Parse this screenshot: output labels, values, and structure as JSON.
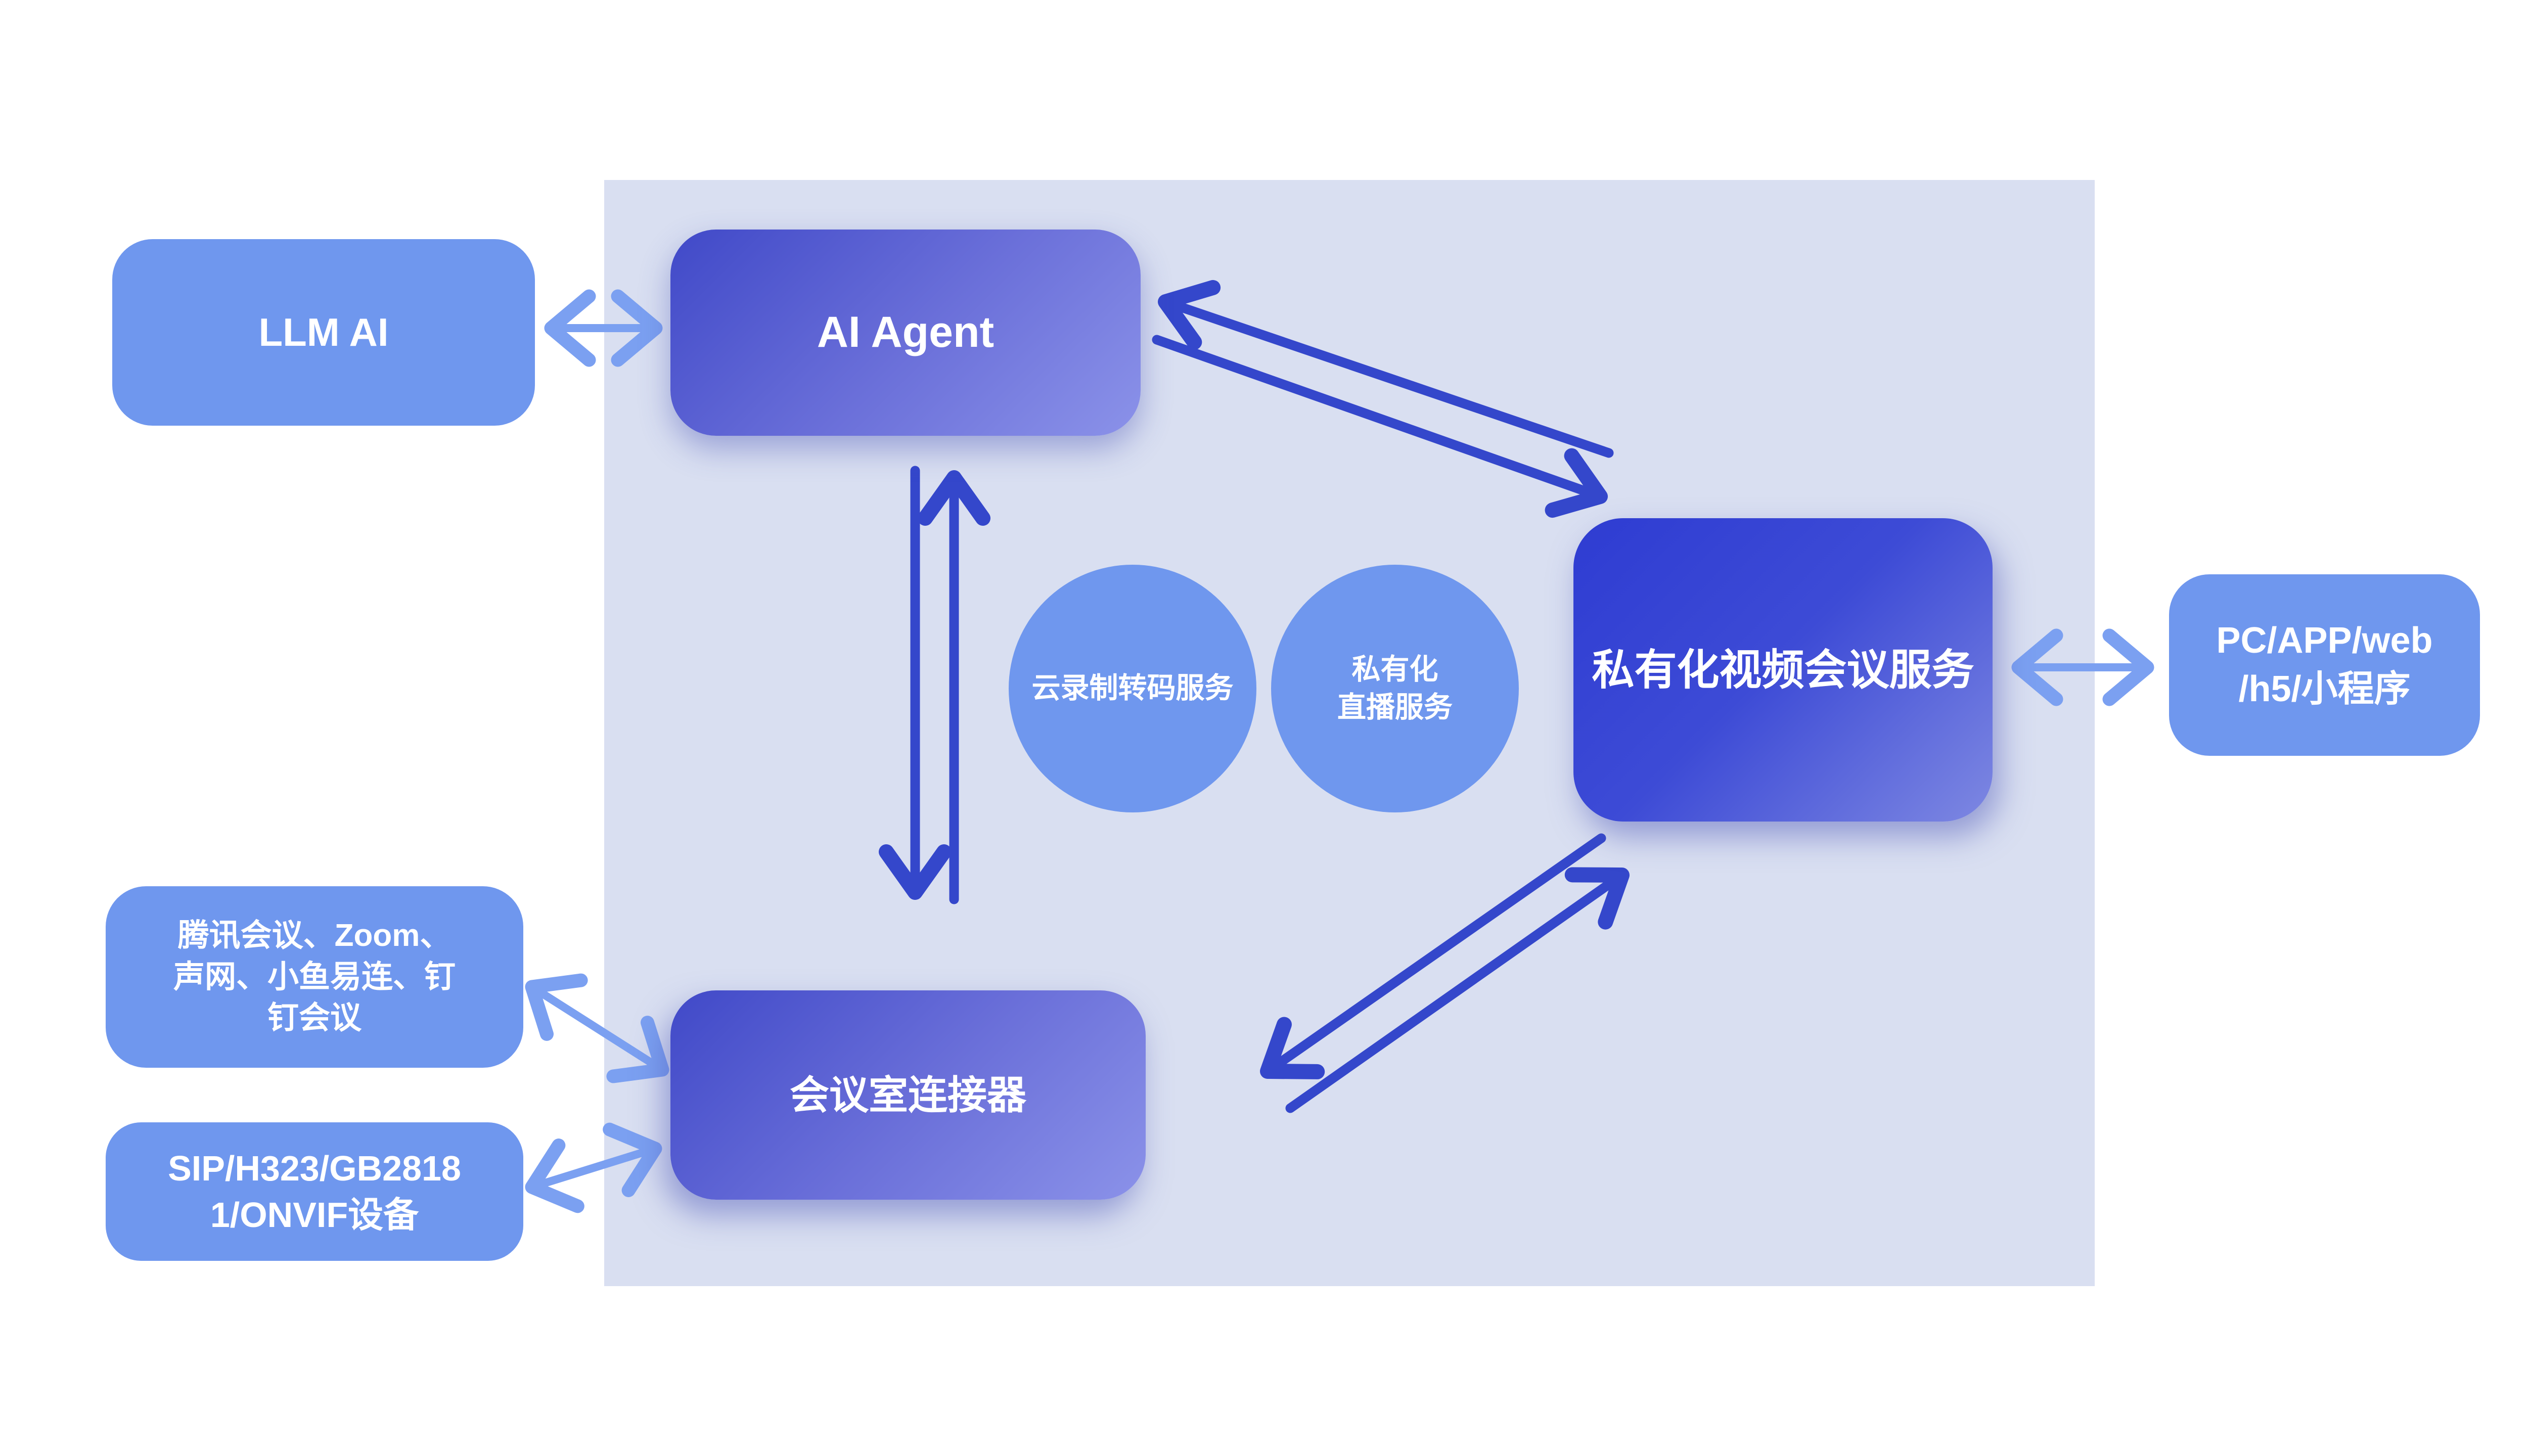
{
  "colors": {
    "background": "#ffffff",
    "panel": "#d9dff1",
    "node_light": "#6f97ee",
    "gradient_from": "#4049c8",
    "gradient_mid": "#6a6fd9",
    "gradient_to": "#8b92e9",
    "dark_from": "#2e3cd2",
    "dark_mid": "#3d4bd6",
    "dark_to": "#7e88e2",
    "arrow_light": "#7ba0f1",
    "arrow_dark": "#3447cb",
    "text": "#ffffff"
  },
  "diagram": {
    "nodes": {
      "llm_ai": {
        "label": "LLM AI"
      },
      "ai_agent": {
        "label": "AI Agent"
      },
      "cloud_transcode": {
        "label": "云录制转码服务"
      },
      "private_live": {
        "label": "私有化\n直播服务"
      },
      "private_conference": {
        "label": "私有化视频会议服务"
      },
      "client_platforms": {
        "label": "PC/APP/web\n/h5/小程序"
      },
      "third_party_meetings": {
        "label": "腾讯会议、Zoom、\n声网、小鱼易连、钉\n钉会议"
      },
      "sip_devices": {
        "label": "SIP/H323/GB2818\n1/ONVIF设备"
      },
      "meeting_room_connector": {
        "label": "会议室连接器"
      }
    },
    "edges": [
      {
        "from": "llm_ai",
        "to": "ai_agent",
        "type": "bidirectional",
        "style": "light"
      },
      {
        "from": "ai_agent",
        "to": "meeting_room_connector",
        "type": "paired-opposing",
        "style": "dark"
      },
      {
        "from": "ai_agent",
        "to": "private_conference",
        "type": "paired-opposing",
        "style": "dark"
      },
      {
        "from": "meeting_room_connector",
        "to": "private_conference",
        "type": "paired-opposing",
        "style": "dark"
      },
      {
        "from": "private_conference",
        "to": "client_platforms",
        "type": "bidirectional",
        "style": "light"
      },
      {
        "from": "third_party_meetings",
        "to": "meeting_room_connector",
        "type": "bidirectional",
        "style": "light"
      },
      {
        "from": "sip_devices",
        "to": "meeting_room_connector",
        "type": "bidirectional",
        "style": "light"
      }
    ]
  }
}
